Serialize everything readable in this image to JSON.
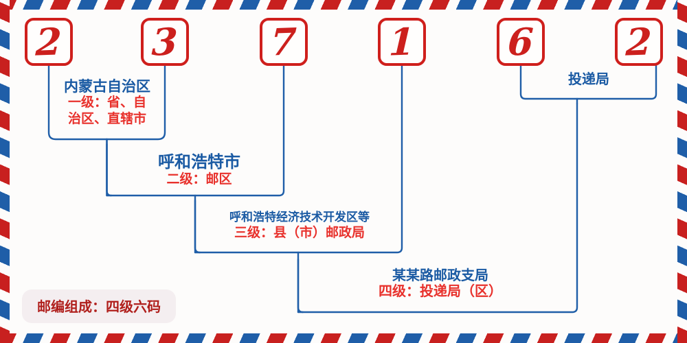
{
  "envelope": {
    "style": "airmail",
    "colors": {
      "red": "#c8201f",
      "blue": "#1f5ea8",
      "paper": "#fdfcfb"
    }
  },
  "postcode": {
    "digits": [
      "2",
      "3",
      "7",
      "1",
      "6",
      "2"
    ],
    "full": "237162"
  },
  "delivery_bracket": {
    "label": "投递局"
  },
  "levels": [
    {
      "place": "内蒙古自治区",
      "level_text": [
        "一级：省、自",
        "治区、直辖市"
      ]
    },
    {
      "place": "呼和浩特市",
      "level_text": [
        "二级：邮区"
      ]
    },
    {
      "place": "呼和浩特经济技术开发区等",
      "level_text": [
        "三级：县（市）邮政局"
      ]
    },
    {
      "place": "某某路邮政支局",
      "level_text": [
        "四级：投递局（区）"
      ]
    }
  ],
  "badge": {
    "text": "邮编组成：四级六码"
  }
}
